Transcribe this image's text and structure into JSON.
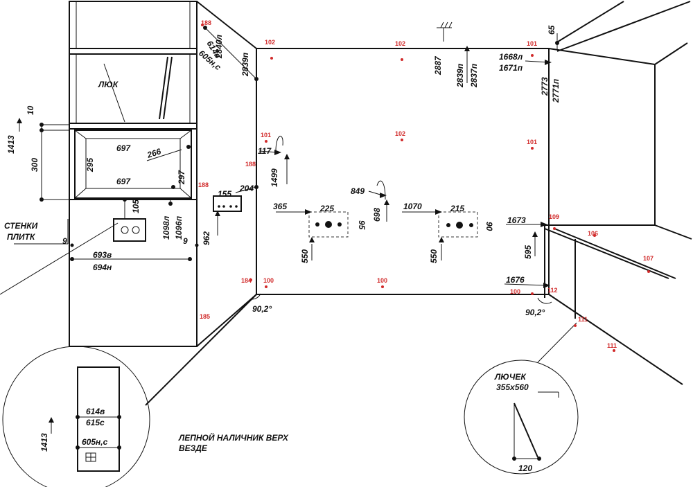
{
  "labels": {
    "hatch": "ЛЮК",
    "tile_walls_1": "СТЕНКИ",
    "tile_walls_2": "ПЛИТК",
    "molding_1": "ЛЕПНОЙ НАЛИЧНИК ВЕРХ",
    "molding_2": "ВЕЗДЕ",
    "small_hatch": "ЛЮЧЕК",
    "small_hatch_size": "355х560"
  },
  "dimensions": {
    "d614v_top": "614в",
    "d2840l": "2840л",
    "d2839p_left": "2839п",
    "d605nc_top": "605н,с",
    "d65": "65",
    "d1668l": "1668л",
    "d1671p": "1671п",
    "d2773": "2773",
    "d2771p": "2771п",
    "d2887": "2887",
    "d2839p_mid": "2839п",
    "d2837p": "2837п",
    "d10": "10",
    "d1413_top": "1413",
    "d300": "300",
    "d697_top": "697",
    "d266": "266",
    "d295": "295",
    "d697_bot": "697",
    "d297": "297",
    "d105": "105",
    "d1098l": "1098л",
    "d1096p": "1096п",
    "d9_left": "9",
    "d9_right": "9",
    "d693v": "693в",
    "d694n": "694н",
    "d117": "117",
    "d1499": "1499",
    "d155": "155",
    "d204": "204",
    "d962": "962",
    "d849": "849",
    "d698": "698",
    "d365": "365",
    "d225": "225",
    "d95": "95",
    "d550_left": "550",
    "d1070": "1070",
    "d215": "215",
    "d90": "90",
    "d550_right": "550",
    "d1673": "1673",
    "d595": "595",
    "d1676": "1676",
    "angle_left": "90,2°",
    "angle_right": "90,2°",
    "d614v_det": "614в",
    "d615c_det": "615с",
    "d605nc_det": "605н,с",
    "d1413_det": "1413",
    "d120": "120"
  },
  "markers": {
    "m188_top": "188",
    "m102_a": "102",
    "m102_b": "102",
    "m101_a": "101",
    "m101_b": "101",
    "m102_c": "102",
    "m101_c": "101",
    "m188_mid": "188",
    "m188_low": "188",
    "m109": "109",
    "m106": "106",
    "m107": "107",
    "m184": "184",
    "m100_a": "100",
    "m100_b": "100",
    "m100_c": "100",
    "m112": "112",
    "m185": "185",
    "m111_a": "111",
    "m111_b": "111"
  },
  "colors": {
    "ink": "#111111",
    "marker": "#d12a2a",
    "background": "#ffffff"
  }
}
